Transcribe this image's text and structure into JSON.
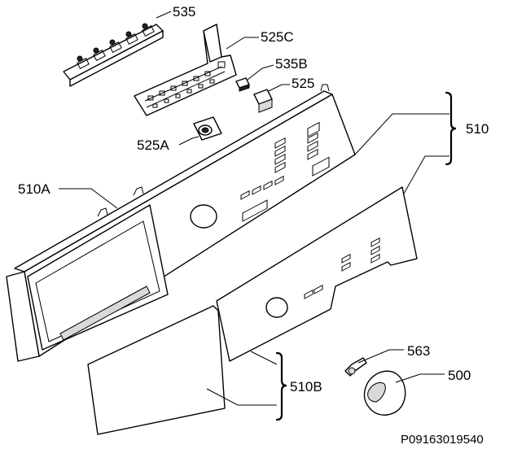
{
  "diagram": {
    "labels": {
      "p535": "535",
      "p525C": "525C",
      "p535B": "535B",
      "p525": "525",
      "p510": "510",
      "p525A": "525A",
      "p510A": "510A",
      "p563": "563",
      "p500": "500",
      "p510B": "510B"
    },
    "drawing_code": "P09163019540"
  }
}
